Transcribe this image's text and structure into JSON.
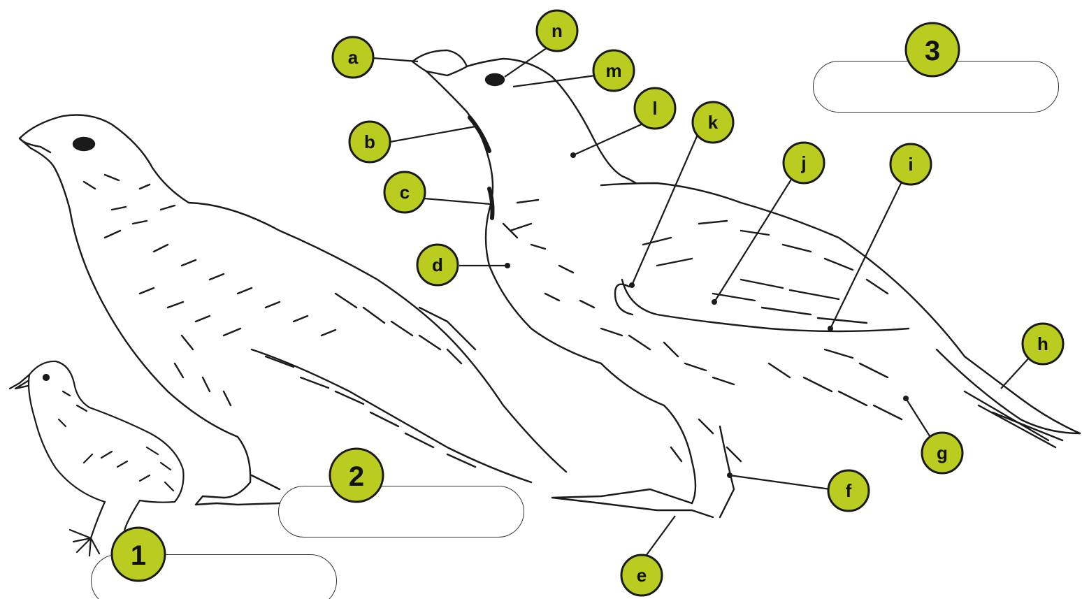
{
  "colors": {
    "badge_fill": "#b9cc1f",
    "badge_stroke": "#1a1a1a",
    "line": "#1a1a1a"
  },
  "part_labels": [
    "a",
    "b",
    "c",
    "d",
    "e",
    "f",
    "g",
    "h",
    "i",
    "j",
    "k",
    "l",
    "m",
    "n"
  ],
  "bird_labels": [
    "1",
    "2",
    "3"
  ],
  "answer_boxes": [
    "",
    "",
    ""
  ]
}
